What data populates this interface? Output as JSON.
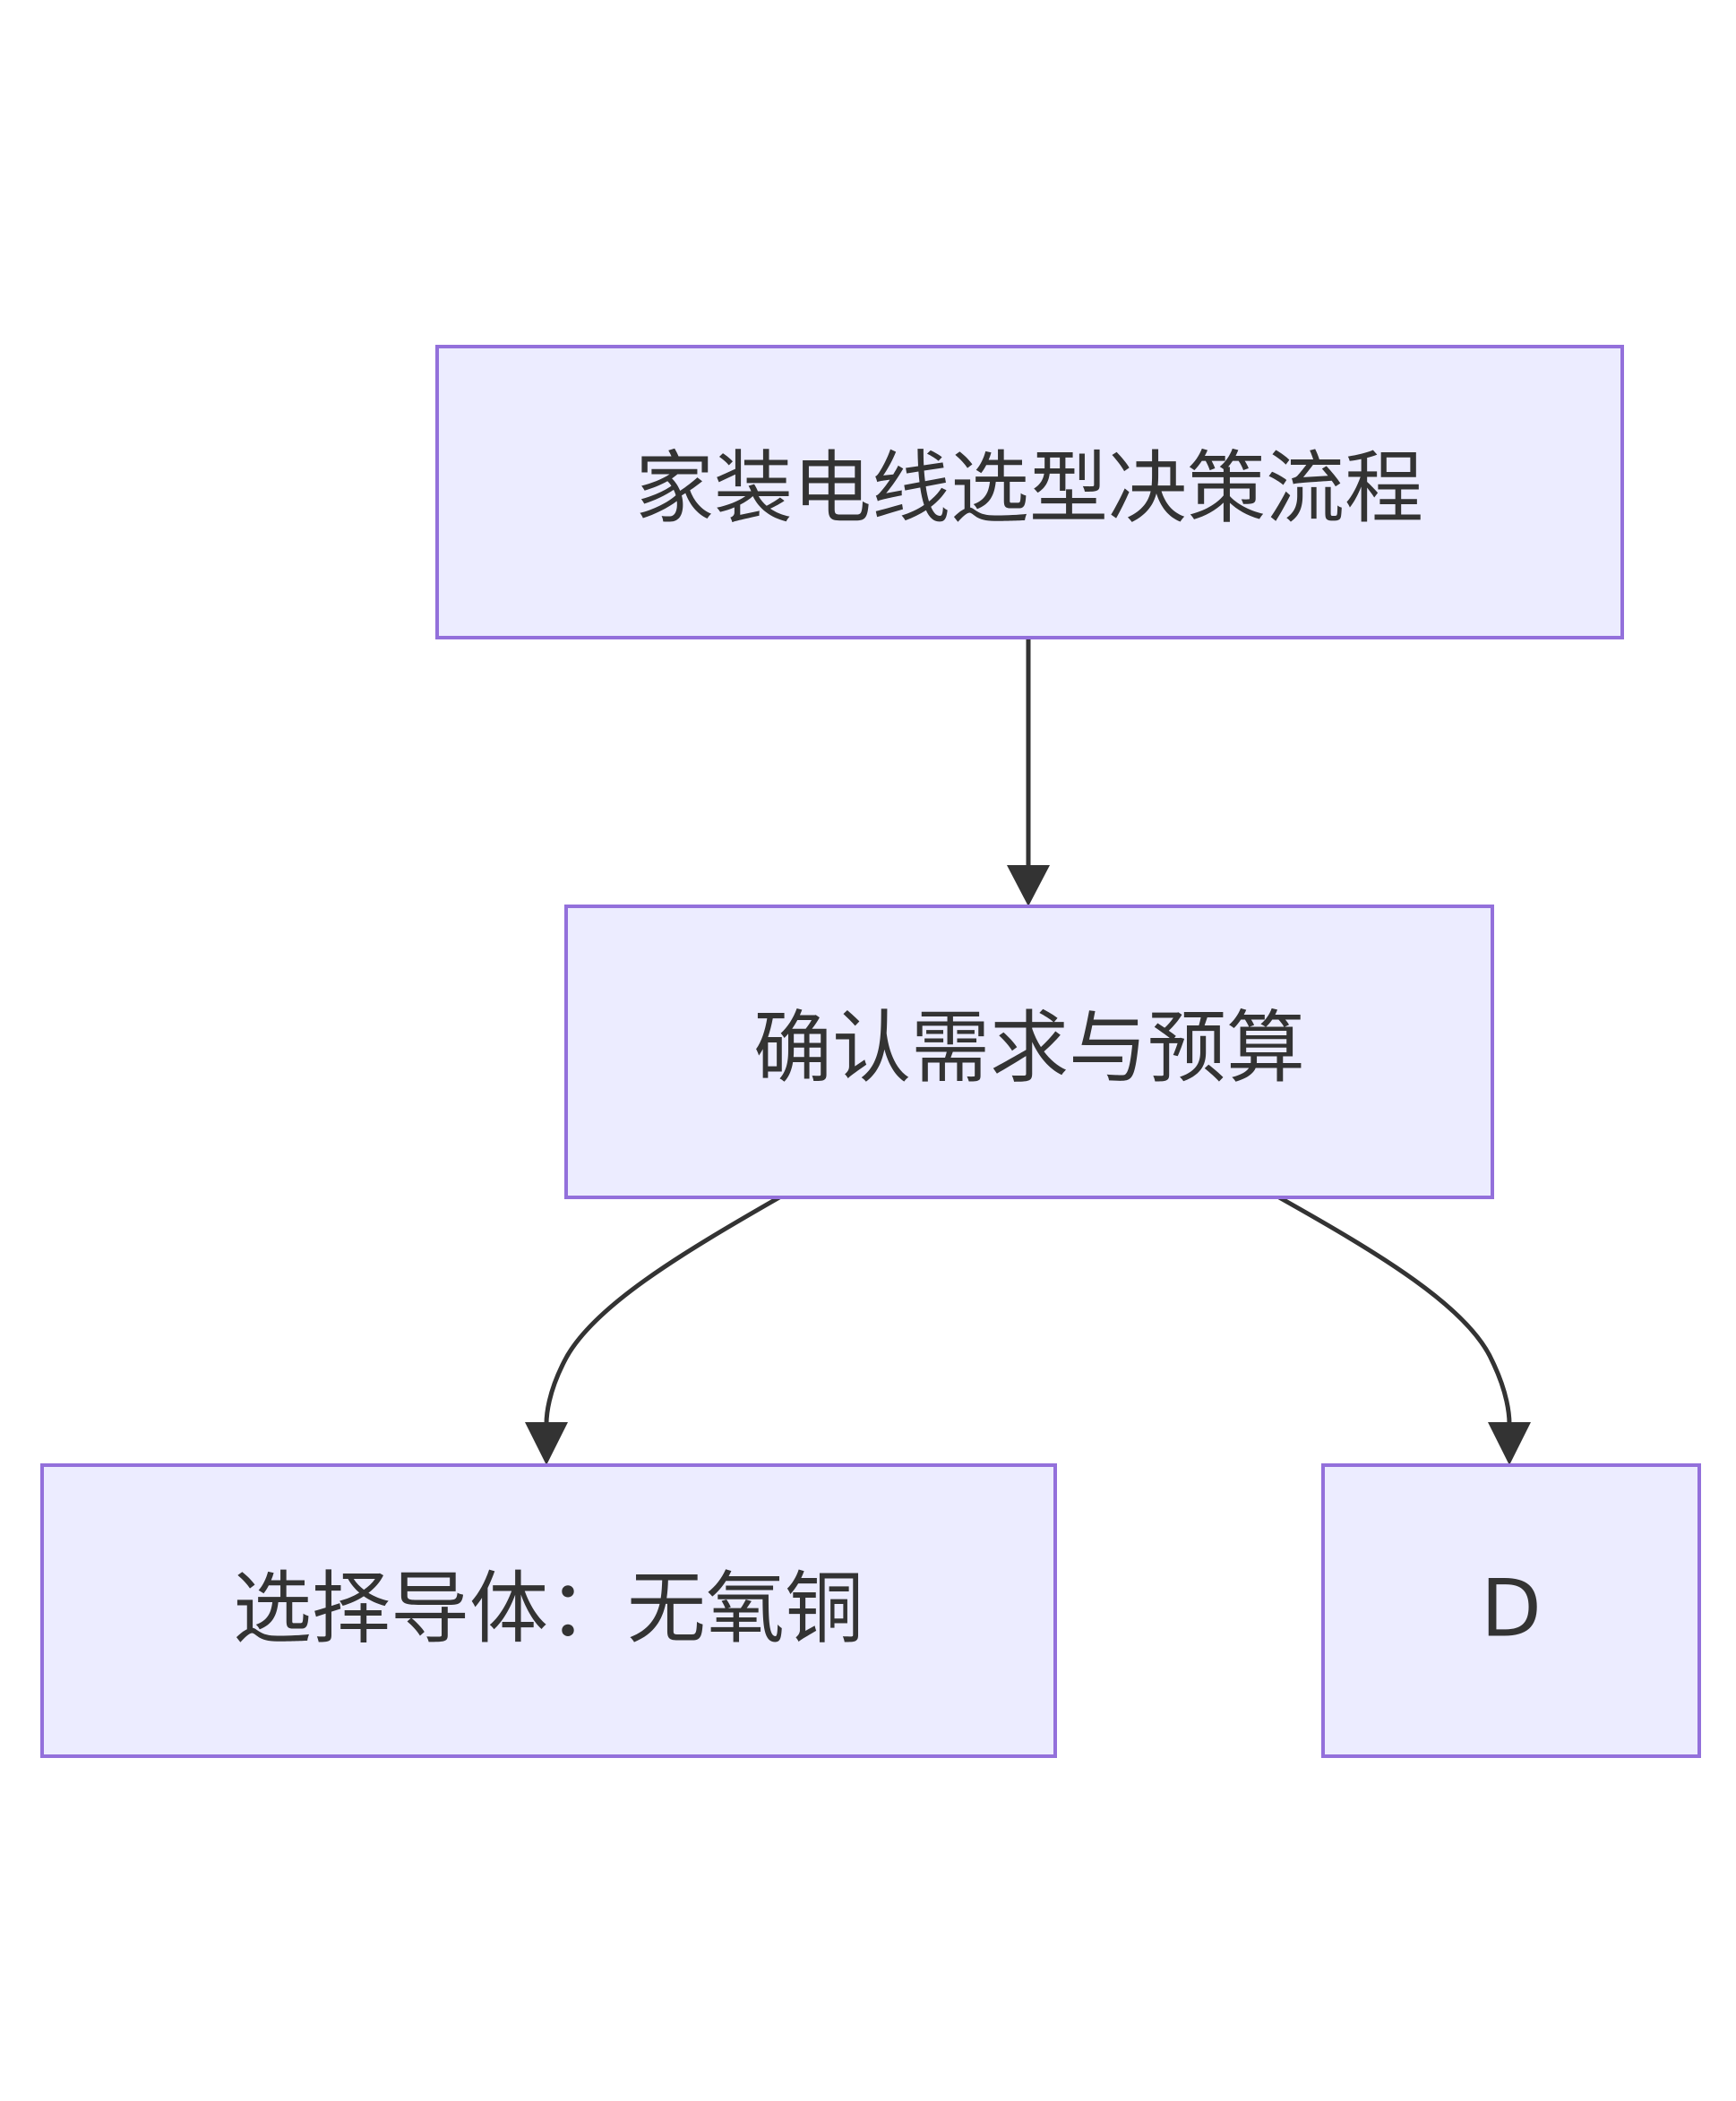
{
  "diagram": {
    "type": "flowchart",
    "colors": {
      "node_fill": "#ECECFF",
      "node_stroke": "#9370DB",
      "text": "#333333",
      "edge": "#333333",
      "background": "#FFFFFF"
    },
    "nodes": [
      {
        "id": "A",
        "label": "家装电线选型决策流程"
      },
      {
        "id": "B",
        "label": "确认需求与预算"
      },
      {
        "id": "C",
        "label": "选择导体：无氧铜"
      },
      {
        "id": "D",
        "label": "D"
      }
    ],
    "edges": [
      {
        "from": "A",
        "to": "B"
      },
      {
        "from": "B",
        "to": "C"
      },
      {
        "from": "B",
        "to": "D"
      }
    ]
  }
}
